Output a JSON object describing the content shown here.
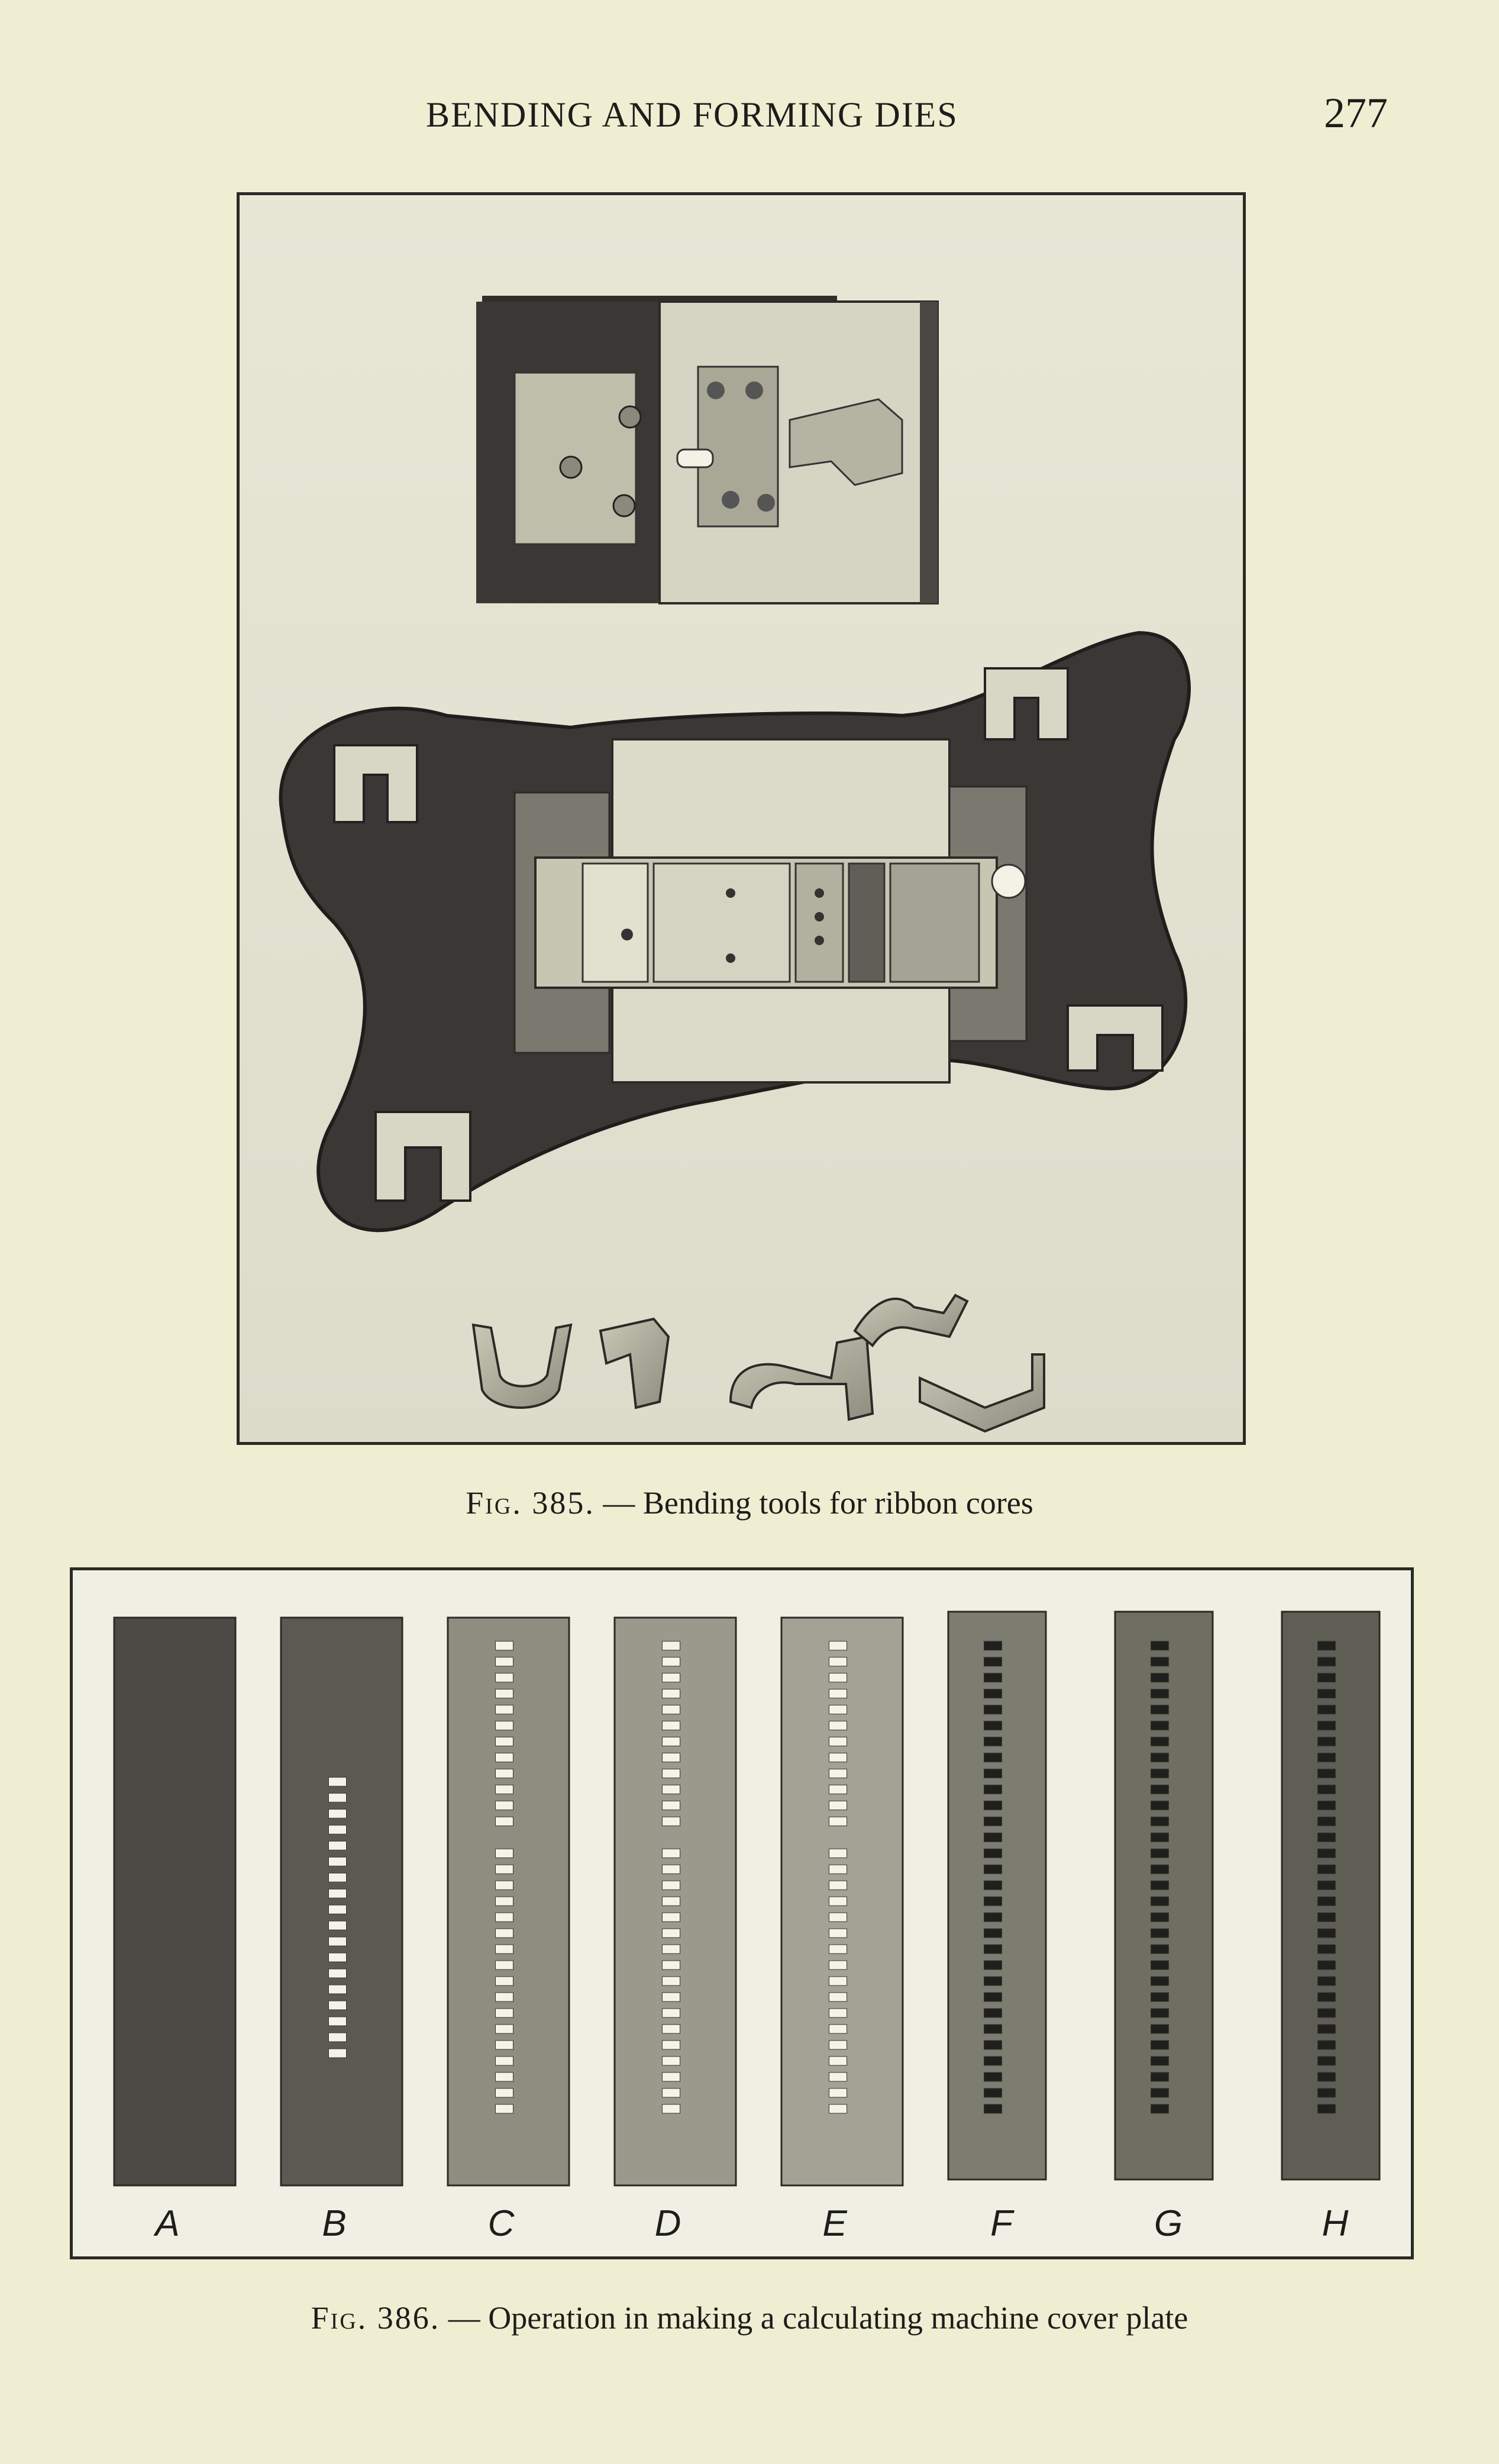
{
  "header": {
    "running_head": "BENDING AND FORMING DIES",
    "page_number": "277"
  },
  "figure_385": {
    "label": "Fig. 385.",
    "caption": "— Bending tools for ribbon cores"
  },
  "figure_386": {
    "label": "Fig. 386.",
    "caption": "— Operation in making a calculating machine cover plate",
    "strip_labels": [
      "A",
      "B",
      "C",
      "D",
      "E",
      "F",
      "G",
      "H"
    ]
  }
}
